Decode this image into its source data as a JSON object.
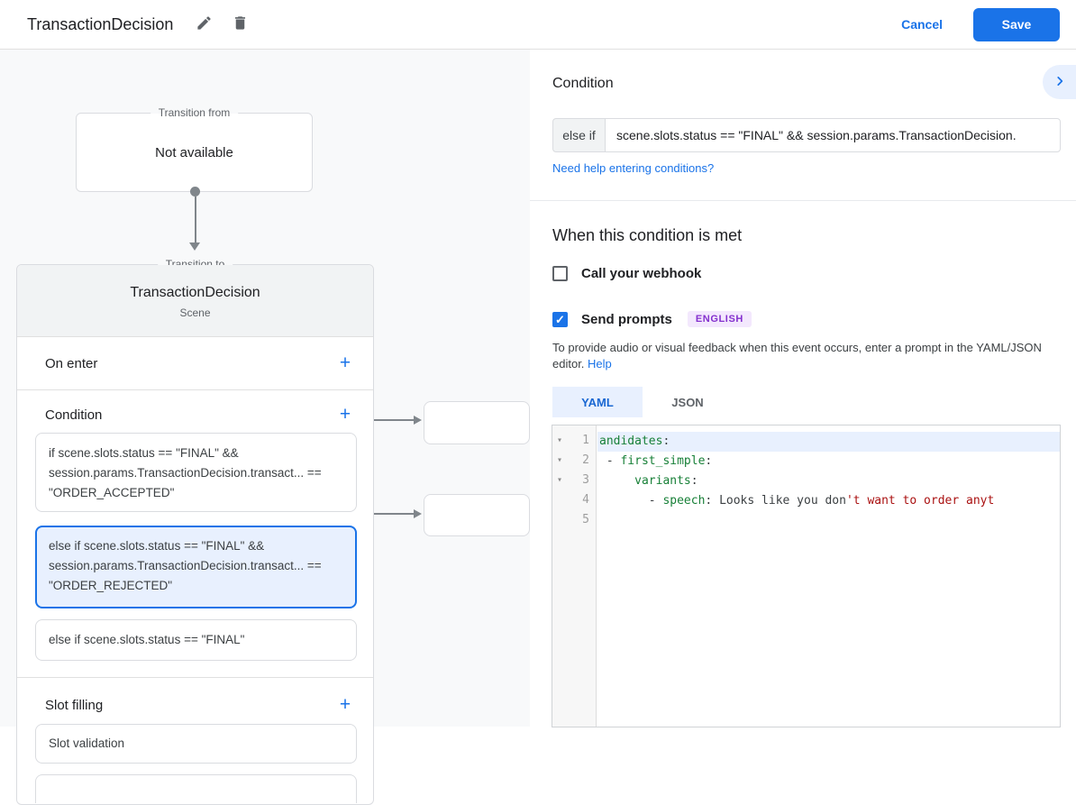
{
  "topbar": {
    "title": "TransactionDecision",
    "cancel_label": "Cancel",
    "save_label": "Save"
  },
  "icons": {
    "edit": "pencil",
    "delete": "trash",
    "add": "+",
    "fold": "▾",
    "check": "✓",
    "collapse_panel": "chevron-right"
  },
  "diagram": {
    "transition_from": {
      "legend": "Transition from",
      "content": "Not available"
    },
    "scene_card": {
      "legend": "Transition to",
      "title": "TransactionDecision",
      "subtitle": "Scene",
      "on_enter_label": "On enter",
      "condition_label": "Condition",
      "slot_filling_label": "Slot filling",
      "conditions": [
        {
          "text": "if scene.slots.status == \"FINAL\" && session.params.TransactionDecision.transact... == \"ORDER_ACCEPTED\"",
          "selected": false
        },
        {
          "text": "else if scene.slots.status == \"FINAL\" && session.params.TransactionDecision.transact... == \"ORDER_REJECTED\"",
          "selected": true
        },
        {
          "text": "else if scene.slots.status == \"FINAL\"",
          "selected": false
        }
      ],
      "slot_items": [
        {
          "text": "Slot validation"
        }
      ]
    }
  },
  "panel": {
    "condition": {
      "heading": "Condition",
      "operator": "else if",
      "expression": "scene.slots.status == \"FINAL\" && session.params.TransactionDecision.",
      "help_link": "Need help entering conditions?"
    },
    "when_met": {
      "heading": "When this condition is met",
      "webhook_label": "Call your webhook",
      "webhook_checked": false,
      "send_prompts_label": "Send prompts",
      "send_prompts_checked": true,
      "language_badge": "ENGLISH",
      "description": "To provide audio or visual feedback when this event occurs, enter a prompt in the YAML/JSON editor.",
      "help_label": "Help"
    },
    "editor": {
      "tabs": [
        {
          "label": "YAML",
          "active": true
        },
        {
          "label": "JSON",
          "active": false
        }
      ],
      "lines": [
        {
          "num": "1",
          "active": true,
          "foldable": true,
          "segments": [
            {
              "t": "andidates",
              "c": "key"
            },
            {
              "t": ":",
              "c": "plain"
            }
          ]
        },
        {
          "num": "2",
          "active": false,
          "foldable": true,
          "segments": [
            {
              "t": " - ",
              "c": "plain"
            },
            {
              "t": "first_simple",
              "c": "key"
            },
            {
              "t": ":",
              "c": "plain"
            }
          ]
        },
        {
          "num": "3",
          "active": false,
          "foldable": true,
          "segments": [
            {
              "t": "     ",
              "c": "plain"
            },
            {
              "t": "variants",
              "c": "key"
            },
            {
              "t": ":",
              "c": "plain"
            }
          ]
        },
        {
          "num": "4",
          "active": false,
          "foldable": false,
          "segments": [
            {
              "t": "       - ",
              "c": "plain"
            },
            {
              "t": "speech",
              "c": "key"
            },
            {
              "t": ": ",
              "c": "plain"
            },
            {
              "t": "Looks like you don",
              "c": "plain"
            },
            {
              "t": "'t want to order anyt",
              "c": "string"
            }
          ]
        },
        {
          "num": "5",
          "active": false,
          "foldable": false,
          "segments": []
        }
      ]
    }
  },
  "colors": {
    "accent": "#1a73e8",
    "selected_card_bg": "#e8f0fe",
    "selected_card_border": "#1a73e8",
    "badge_bg": "#f3e8fd",
    "badge_text": "#8430ce",
    "yaml_key": "#188038",
    "yaml_string": "#aa1111",
    "connector": "#80868b"
  }
}
